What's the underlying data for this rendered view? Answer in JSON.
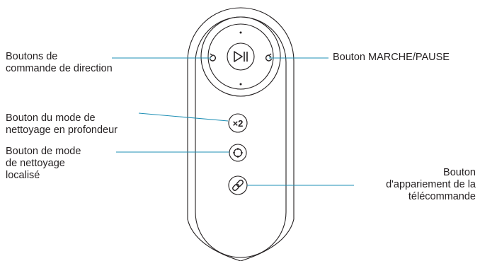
{
  "labels": {
    "direction": [
      "Boutons de",
      "commande de direction"
    ],
    "play_pause": [
      "Bouton MARCHE/PAUSE"
    ],
    "deep_clean": [
      "Bouton du mode de",
      "nettoyage en profondeur"
    ],
    "spot_clean": [
      "Bouton de mode",
      "de nettoyage",
      "localisé"
    ],
    "pairing": [
      "Bouton",
      "d'appariement de la",
      "télécommande"
    ]
  },
  "buttons": {
    "deep_clean_text": "×2"
  },
  "colors": {
    "outline": "#231f20",
    "leader": "#1e8fb5",
    "text": "#231f20"
  },
  "icons": {
    "direction_left": "rotate-left-icon",
    "direction_right": "rotate-right-icon",
    "play_pause": "play-pause-icon",
    "spot_clean": "spot-target-icon",
    "pairing": "link-icon"
  }
}
